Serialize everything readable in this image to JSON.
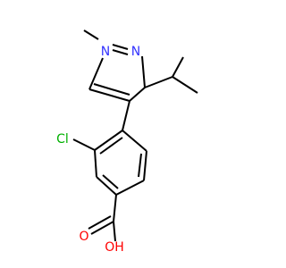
{
  "structure": {
    "atom_labels": {
      "n1": "N",
      "n2": "N",
      "cl": "Cl",
      "o_carbonyl": "O",
      "o_hydroxyl": "OH"
    },
    "colors": {
      "bond": "#000000",
      "nitrogen": "#3333ff",
      "chlorine": "#00b000",
      "oxygen": "#ff0000"
    }
  }
}
